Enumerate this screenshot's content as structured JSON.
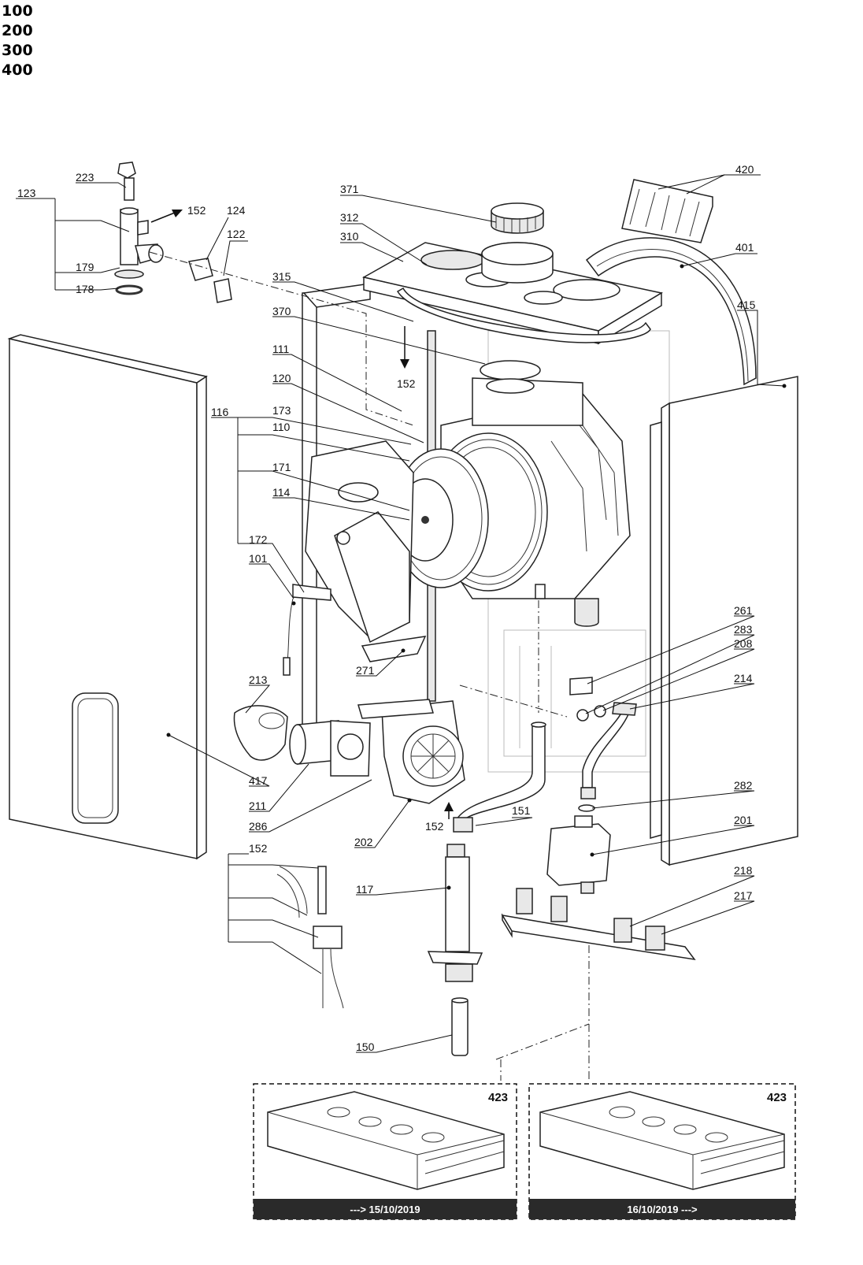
{
  "series_codes": [
    "100",
    "200",
    "300",
    "400"
  ],
  "callouts": {
    "c101": "101",
    "c110": "110",
    "c111": "111",
    "c114": "114",
    "c116": "116",
    "c117": "117",
    "c120": "120",
    "c122": "122",
    "c123": "123",
    "c124": "124",
    "c150": "150",
    "c151": "151",
    "c152a": "152",
    "c152b": "152",
    "c152c": "152",
    "c152d": "152",
    "c171": "171",
    "c172": "172",
    "c173": "173",
    "c178": "178",
    "c179": "179",
    "c201": "201",
    "c202": "202",
    "c208": "208",
    "c211": "211",
    "c213": "213",
    "c214": "214",
    "c217": "217",
    "c218": "218",
    "c223": "223",
    "c261": "261",
    "c271": "271",
    "c282": "282",
    "c283": "283",
    "c286": "286",
    "c310": "310",
    "c312": "312",
    "c315": "315",
    "c370": "370",
    "c371": "371",
    "c401": "401",
    "c415": "415",
    "c417": "417",
    "c420": "420"
  },
  "variants": [
    {
      "part": "423",
      "date_label": "---> 15/10/2019"
    },
    {
      "part": "423",
      "date_label": "16/10/2019 --->"
    }
  ]
}
